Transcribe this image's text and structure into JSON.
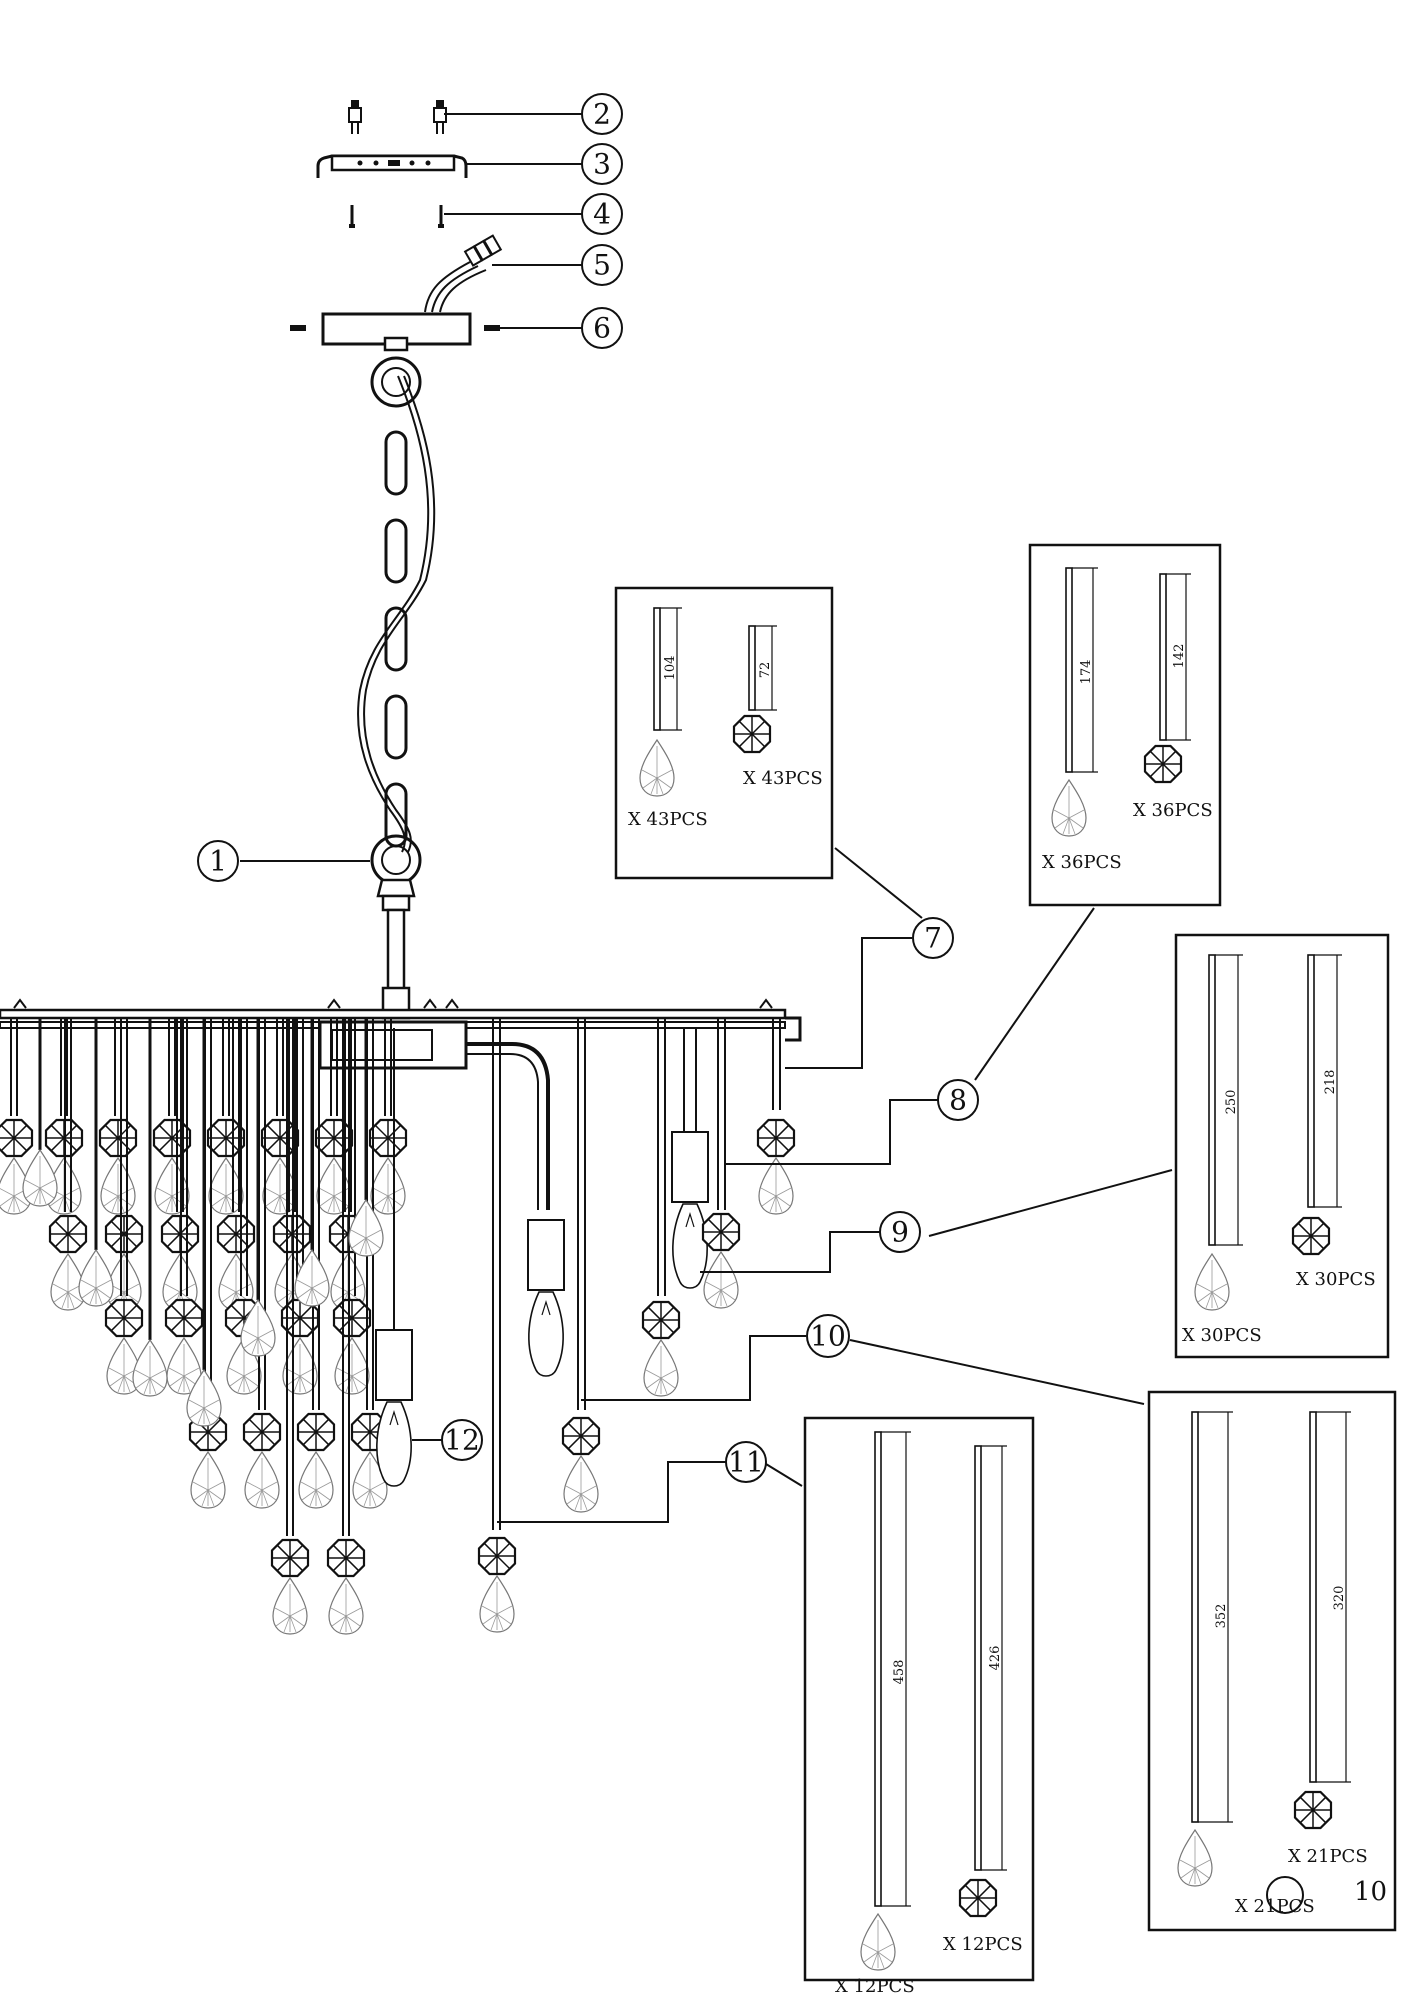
{
  "diagram": {
    "type": "chandelier-exploded-assembly",
    "callouts": [
      {
        "id": "c1",
        "label": "1"
      },
      {
        "id": "c2",
        "label": "2"
      },
      {
        "id": "c3",
        "label": "3"
      },
      {
        "id": "c4",
        "label": "4"
      },
      {
        "id": "c5",
        "label": "5"
      },
      {
        "id": "c6",
        "label": "6"
      },
      {
        "id": "c7",
        "label": "7"
      },
      {
        "id": "c8",
        "label": "8"
      },
      {
        "id": "c9",
        "label": "9"
      },
      {
        "id": "c10",
        "label": "10"
      },
      {
        "id": "c11",
        "label": "11"
      },
      {
        "id": "c12",
        "label": "12"
      }
    ],
    "detail_boxes": {
      "box7": {
        "label": "7",
        "rod_a_dim": "104",
        "rod_b_dim": "72",
        "qty_a": "X  43PCS",
        "qty_b": "X  43PCS"
      },
      "box8": {
        "label": "8",
        "rod_a_dim": "174",
        "rod_b_dim": "142",
        "qty_a": "X  36PCS",
        "qty_b": "X  36PCS"
      },
      "box9": {
        "label": "9",
        "rod_a_dim": "250",
        "rod_b_dim": "218",
        "qty_a": "X  30PCS",
        "qty_b": "X  30PCS"
      },
      "box10": {
        "label": "10",
        "rod_a_dim": "352",
        "rod_b_dim": "320",
        "qty_a": "X  21PCS",
        "qty_b": "X  21PCS"
      },
      "box11": {
        "label": "11",
        "rod_a_dim": "458",
        "rod_b_dim": "426",
        "qty_a": "X  12PCS",
        "qty_b": "X  12PCS"
      }
    }
  }
}
